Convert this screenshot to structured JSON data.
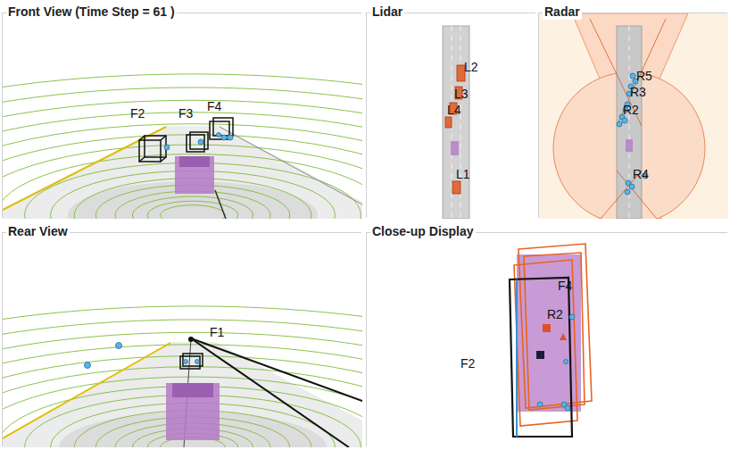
{
  "diagram": {
    "nodes": [
      {
        "text": [
          "Front View (Time Step = 61 )"
        ]
      },
      {
        "text": [
          "Lidar"
        ]
      },
      {
        "text": [
          "Radar"
        ]
      },
      {
        "text": [
          "Rear View"
        ]
      },
      {
        "text": [
          "Close-up Display"
        ]
      }
    ],
    "labels": [
      "F2",
      "F3",
      "F4",
      "L2",
      "L3",
      "L4",
      "L1",
      "R5",
      "R3",
      "R2",
      "R4",
      "F1",
      "F4",
      "R2",
      "F2"
    ]
  }
}
